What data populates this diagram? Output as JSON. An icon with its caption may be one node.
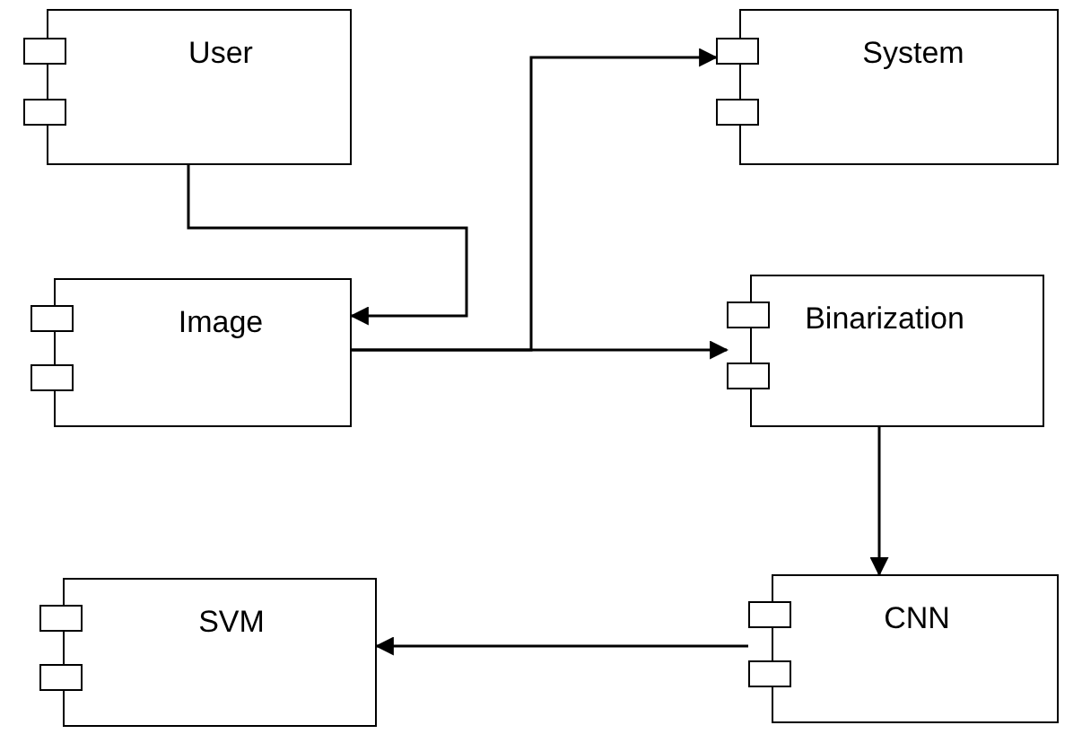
{
  "diagram": {
    "nodes": [
      {
        "text": [
          "User"
        ]
      },
      {
        "text": [
          "Image"
        ]
      },
      {
        "text": [
          "System"
        ]
      },
      {
        "text": [
          "Binarization"
        ]
      },
      {
        "text": [
          "CNN"
        ]
      },
      {
        "text": [
          "SVM"
        ]
      }
    ],
    "edges": [
      {
        "from": 0,
        "to": 1,
        "arrow": "to"
      },
      {
        "from": 1,
        "to": 2,
        "arrow": "to"
      },
      {
        "from": 1,
        "to": 3,
        "arrow": "to"
      },
      {
        "from": 3,
        "to": 4,
        "arrow": "to"
      },
      {
        "from": 4,
        "to": 5,
        "arrow": "to"
      }
    ]
  }
}
